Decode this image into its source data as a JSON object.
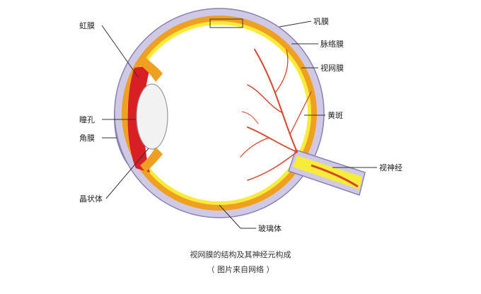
{
  "labels": {
    "iris": "虹膜",
    "pupil": "瞳孔",
    "cornea": "角膜",
    "lens": "晶状体",
    "sclera": "巩膜",
    "choroid": "脉络膜",
    "retina": "视网膜",
    "macula": "黄斑",
    "optic_nerve": "视神经",
    "vitreous": "玻璃体"
  },
  "caption": {
    "title": "视网膜的结构及其神经元构成",
    "source": "（ 图片来自网络 ）"
  },
  "colors": {
    "sclera": "#cfc9e6",
    "sclera_edge": "#8a82b0",
    "choroid": "#f0a020",
    "retina": "#f7ec3a",
    "vitreous": "#ffffff",
    "iris": "#d81f26",
    "vessels": "#d6452a"
  }
}
